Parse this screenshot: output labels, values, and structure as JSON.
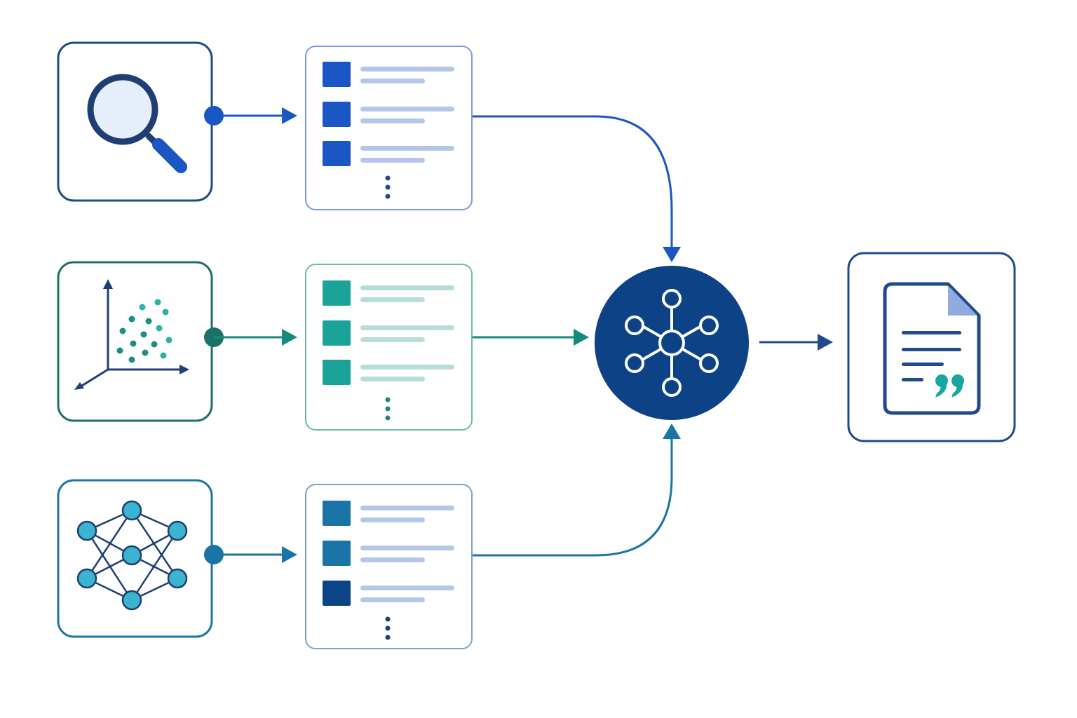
{
  "colors": {
    "background": "#ffffff",
    "blue": "#1a56c4",
    "blue_dark": "#1f4a8c",
    "blue_light_fill": "#e6eefb",
    "teal": "#168a7c",
    "teal_dark": "#1b7068",
    "teal_square": "#1ba39a",
    "teal_line": "#b5ddd9",
    "steel": "#1b74a6",
    "navy": "#0e4287",
    "navy_square": "#0c4488",
    "cyan_node": "#3bb4cf",
    "line_light_blue": "#b4c6ea",
    "panel_border_blue": "#7a9bde",
    "panel_border_teal": "#6fb8ae",
    "panel_border_steel": "#7aa3c8",
    "output_blue_accent": "#8faadd",
    "quote_teal": "#17a6a0"
  },
  "icons": {
    "keyword_source": "magnifying-glass-icon",
    "vector_source": "scatter-3d-axes-icon",
    "neural_source": "neural-network-icon",
    "hub": "hub-network-icon",
    "output": "document-quote-icon",
    "more": "vertical-ellipsis-icon"
  },
  "rows": [
    {
      "id": "keyword",
      "result_items": 3,
      "accent": "blue"
    },
    {
      "id": "vector",
      "result_items": 3,
      "accent": "teal"
    },
    {
      "id": "neural",
      "result_items": 3,
      "accent": "steel"
    }
  ]
}
